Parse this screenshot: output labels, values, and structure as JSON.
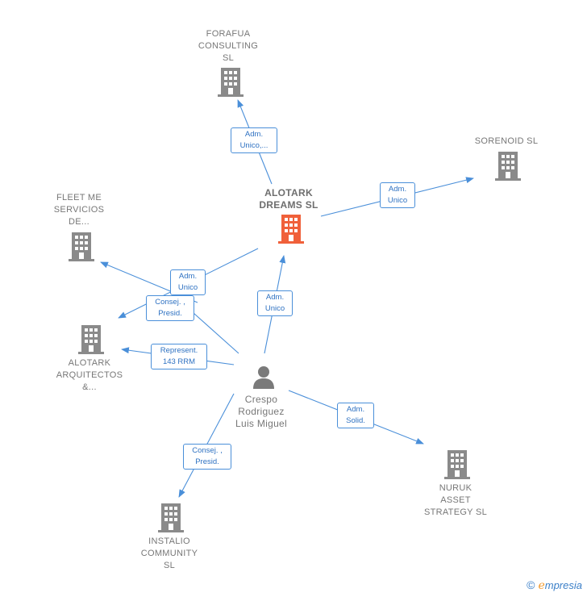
{
  "colors": {
    "edge": "#4a8fd9",
    "company_icon": "#8a8a8a",
    "center_icon": "#f0603a",
    "person_icon": "#7a7a7a"
  },
  "nodes": {
    "forafua": {
      "lines": [
        "FORAFUA",
        "CONSULTING",
        "SL"
      ],
      "icon": "building-icon"
    },
    "sorenoid": {
      "lines": [
        "SORENOID  SL"
      ],
      "icon": "building-icon"
    },
    "alotark_dreams": {
      "lines": [
        "ALOTARK",
        "DREAMS  SL"
      ],
      "icon": "building-icon"
    },
    "fleet_me": {
      "lines": [
        "FLEET ME",
        "SERVICIOS",
        "DE..."
      ],
      "icon": "building-icon"
    },
    "alotark_arquitectos": {
      "lines": [
        "ALOTARK",
        "ARQUITECTOS",
        "&..."
      ],
      "icon": "building-icon"
    },
    "crespo": {
      "lines": [
        "Crespo",
        "Rodriguez",
        "Luis Miguel"
      ],
      "icon": "person-icon"
    },
    "nuruk": {
      "lines": [
        "NURUK",
        "ASSET",
        "STRATEGY  SL"
      ],
      "icon": "building-icon"
    },
    "instalio": {
      "lines": [
        "INSTALIO",
        "COMMUNITY",
        "SL"
      ],
      "icon": "building-icon"
    }
  },
  "edges": {
    "to_forafua": [
      "Adm.",
      "Unico,..."
    ],
    "to_sorenoid": [
      "Adm.",
      "Unico"
    ],
    "to_fleet_me": [
      "Adm.",
      "Unico"
    ],
    "to_alotark_arq_consej": [
      "Consej. ,",
      "Presid."
    ],
    "crespo_to_alotark_dreams": [
      "Adm.",
      "Unico"
    ],
    "crespo_to_alotark_arq_repr": [
      "Represent.",
      "143 RRM"
    ],
    "crespo_to_nuruk": [
      "Adm.",
      "Solid."
    ],
    "crespo_to_instalio": [
      "Consej. ,",
      "Presid."
    ]
  },
  "brand": {
    "copyright": "©",
    "e": "e",
    "rest": "mpresia"
  }
}
